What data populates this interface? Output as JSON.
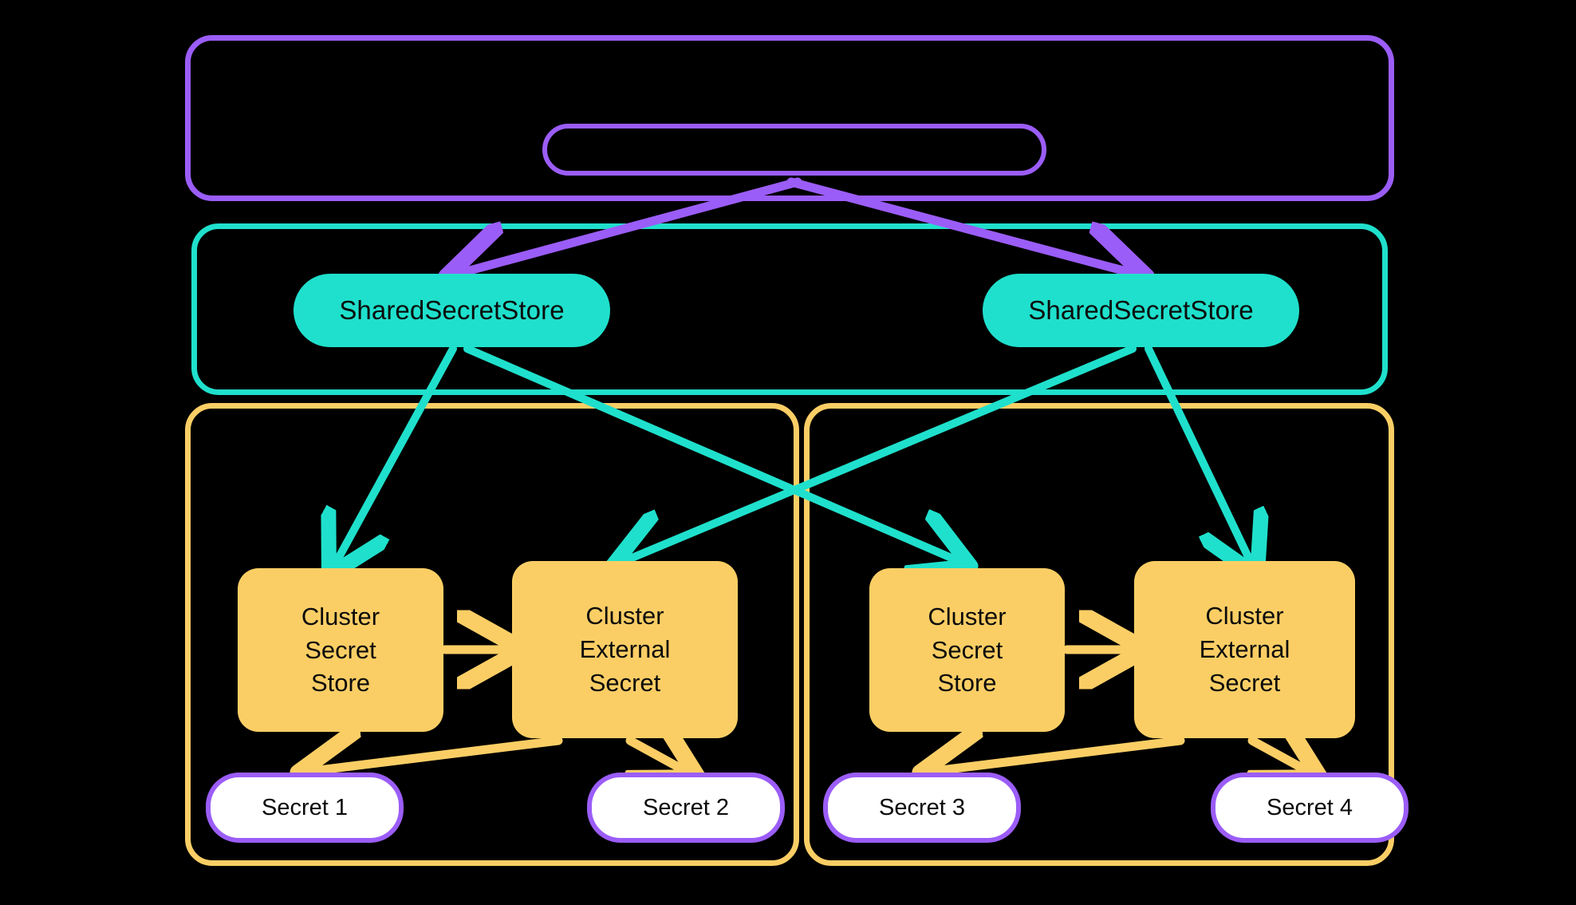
{
  "diagram": {
    "title": "External Secrets Operator shared secret store architecture",
    "background": "#000000",
    "colors": {
      "purple": "#9B5DF7",
      "teal": "#1FE0CC",
      "orange": "#FBCE65",
      "white": "#FFFFFF",
      "text": "#0B0B0B"
    }
  },
  "frames": {
    "cluster_outer": {
      "label": "",
      "border_color": "#9B5DF7"
    },
    "cluster_inner_pill": {
      "label": "",
      "border_color": "#9B5DF7"
    },
    "shared_store_scope": {
      "label": "",
      "border_color": "#1FE0CC"
    },
    "namespace_left": {
      "label": "",
      "border_color": "#FBCE65"
    },
    "namespace_right": {
      "label": "",
      "border_color": "#FBCE65"
    }
  },
  "nodes": {
    "shared_secret_store_left": {
      "label": "SharedSecretStore",
      "fill": "#1FE0CC"
    },
    "shared_secret_store_right": {
      "label": "SharedSecretStore",
      "fill": "#1FE0CC"
    },
    "cluster_secret_store_left": {
      "line1": "Cluster",
      "line2": "Secret",
      "line3": "Store",
      "fill": "#FBCE65"
    },
    "cluster_external_secret_left": {
      "line1": "Cluster",
      "line2": "External",
      "line3": "Secret",
      "fill": "#FBCE65"
    },
    "cluster_secret_store_right": {
      "line1": "Cluster",
      "line2": "Secret",
      "line3": "Store",
      "fill": "#FBCE65"
    },
    "cluster_external_secret_right": {
      "line1": "Cluster",
      "line2": "External",
      "line3": "Secret",
      "fill": "#FBCE65"
    },
    "secret_1": {
      "label": "Secret 1",
      "fill": "#FFFFFF",
      "border": "#9B5DF7"
    },
    "secret_2": {
      "label": "Secret 2",
      "fill": "#FFFFFF",
      "border": "#9B5DF7"
    },
    "secret_3": {
      "label": "Secret 3",
      "fill": "#FFFFFF",
      "border": "#9B5DF7"
    },
    "secret_4": {
      "label": "Secret 4",
      "fill": "#FFFFFF",
      "border": "#9B5DF7"
    }
  },
  "edges": [
    {
      "id": "e1",
      "from": "cluster_inner_pill",
      "to": "shared_secret_store_left",
      "color": "#9B5DF7",
      "label": ""
    },
    {
      "id": "e2",
      "from": "cluster_inner_pill",
      "to": "shared_secret_store_right",
      "color": "#9B5DF7",
      "label": ""
    },
    {
      "id": "e3",
      "from": "shared_secret_store_left",
      "to": "cluster_secret_store_left",
      "color": "#1FE0CC",
      "label": ""
    },
    {
      "id": "e4",
      "from": "shared_secret_store_left",
      "to": "cluster_secret_store_right",
      "color": "#1FE0CC",
      "label": ""
    },
    {
      "id": "e5",
      "from": "shared_secret_store_right",
      "to": "cluster_external_secret_left",
      "color": "#1FE0CC",
      "label": ""
    },
    {
      "id": "e6",
      "from": "shared_secret_store_right",
      "to": "cluster_external_secret_right",
      "color": "#1FE0CC",
      "label": ""
    },
    {
      "id": "e7",
      "from": "cluster_secret_store_left",
      "to": "cluster_external_secret_left",
      "color": "#FBCE65",
      "label": ""
    },
    {
      "id": "e8",
      "from": "cluster_secret_store_right",
      "to": "cluster_external_secret_right",
      "color": "#FBCE65",
      "label": ""
    },
    {
      "id": "e9",
      "from": "cluster_external_secret_left",
      "to": "secret_1",
      "color": "#FBCE65",
      "label": ""
    },
    {
      "id": "e10",
      "from": "cluster_external_secret_left",
      "to": "secret_2",
      "color": "#FBCE65",
      "label": ""
    },
    {
      "id": "e11",
      "from": "cluster_external_secret_right",
      "to": "secret_3",
      "color": "#FBCE65",
      "label": ""
    },
    {
      "id": "e12",
      "from": "cluster_external_secret_right",
      "to": "secret_4",
      "color": "#FBCE65",
      "label": ""
    }
  ]
}
